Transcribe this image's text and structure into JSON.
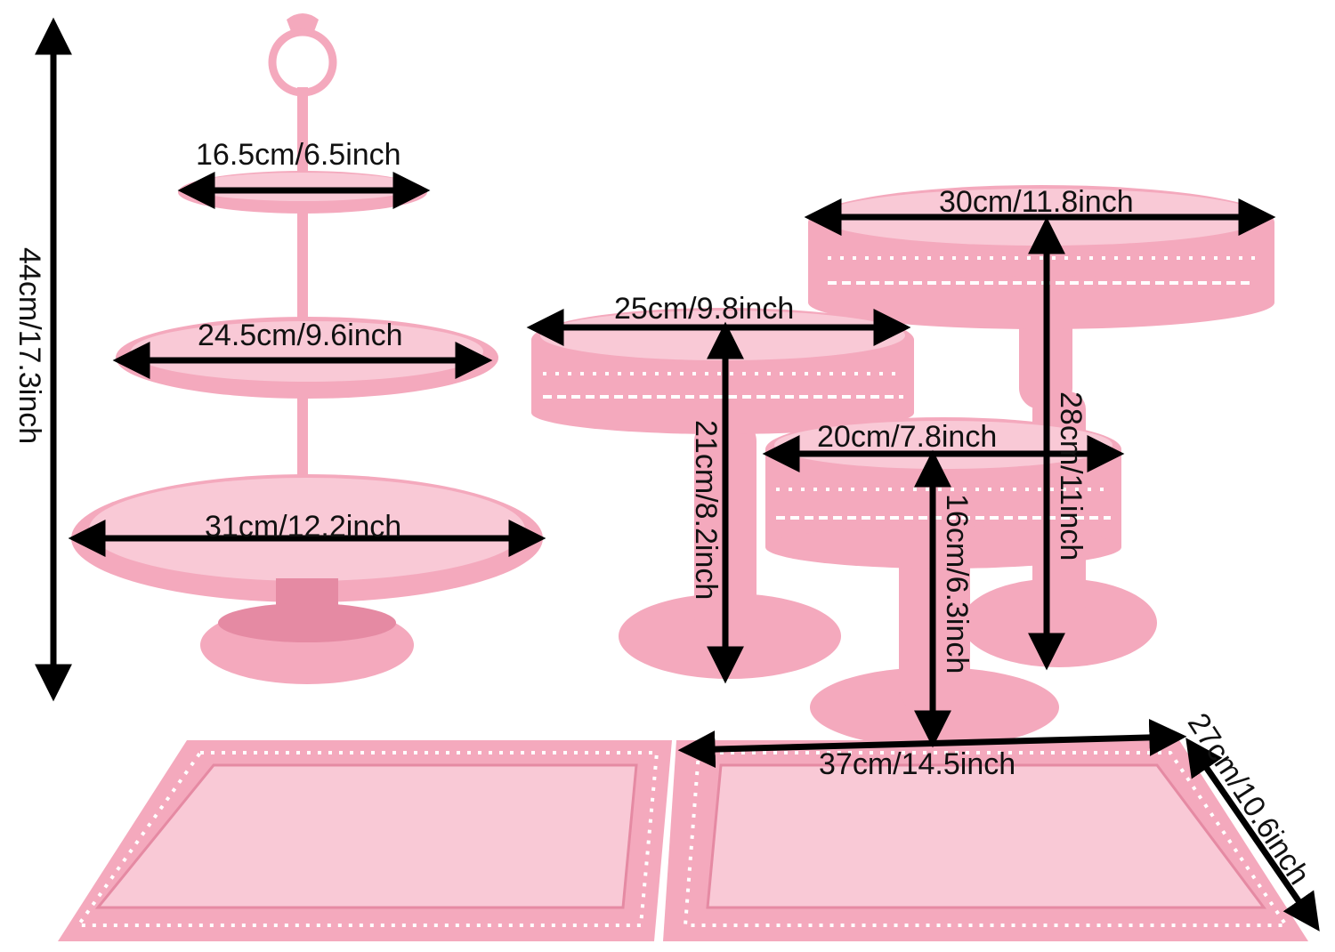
{
  "colors": {
    "pink": "#f4a9bd",
    "pink_light": "#f9c9d6",
    "pink_dark": "#e58aa3",
    "arrow": "#000000"
  },
  "labels": {
    "tiered_height": "44cm/17.3inch",
    "tier_top_width": "16.5cm/6.5inch",
    "tier_middle_width": "24.5cm/9.6inch",
    "tier_bottom_width": "31cm/12.2inch",
    "stand_large_width": "30cm/11.8inch",
    "stand_large_height": "28cm/11inch",
    "stand_medium_width": "25cm/9.8inch",
    "stand_medium_height": "21cm/8.2inch",
    "stand_small_width": "20cm/7.8inch",
    "stand_small_height": "16cm/6.3inch",
    "tray_length": "37cm/14.5inch",
    "tray_width": "27cm/10.6inch"
  }
}
